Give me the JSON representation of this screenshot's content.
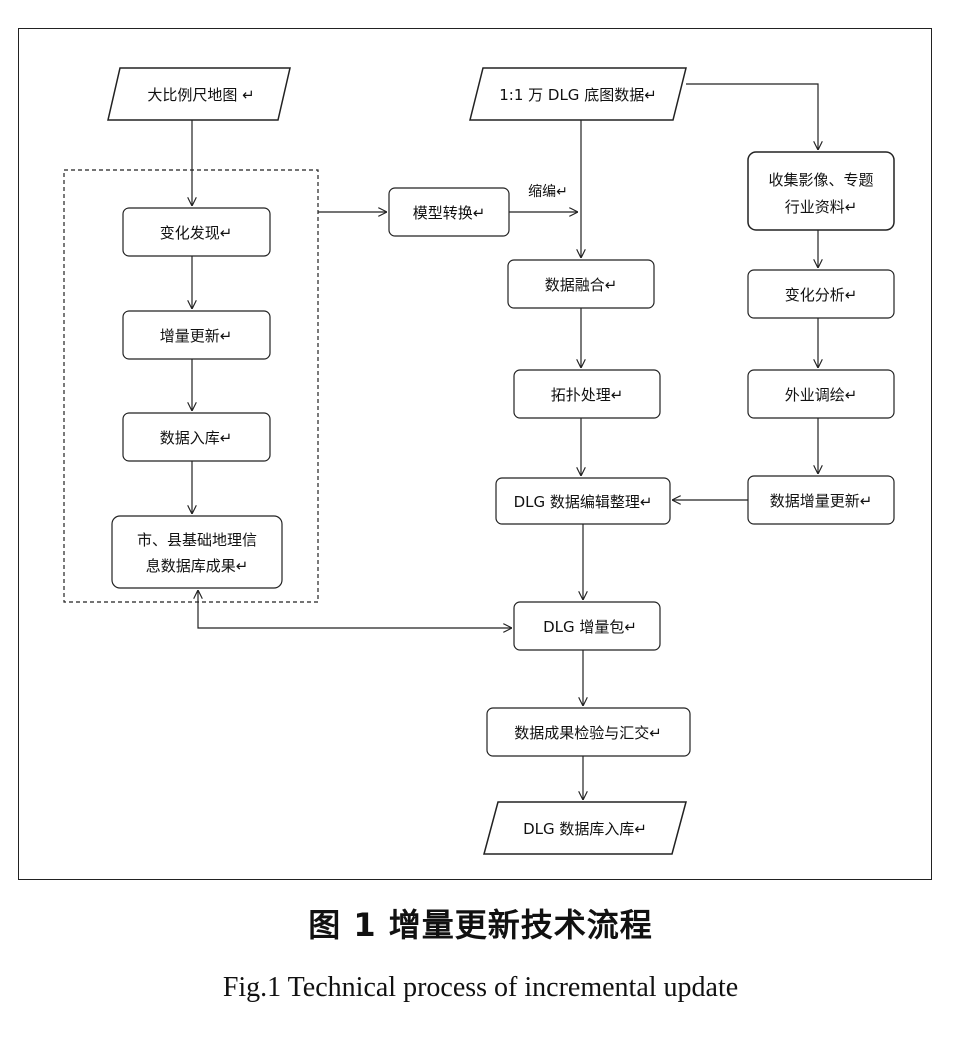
{
  "nodes": {
    "large_scale_map": "大比例尺地图 ↵",
    "change_detection": "变化发现↵",
    "incremental_update": "增量更新↵",
    "data_storage": "数据入库↵",
    "city_county_db_line1": "市、县基础地理信",
    "city_county_db_line2": "息数据库成果↵",
    "model_conversion": "模型转换↵",
    "dlg_base_data": "1:1 万 DLG 底图数据↵",
    "data_fusion": "数据融合↵",
    "topology": "拓扑处理↵",
    "dlg_editing": "DLG 数据编辑整理↵",
    "collect_line1": "收集影像、专题",
    "collect_line2": "行业资料↵",
    "change_analysis": "变化分析↵",
    "field_survey": "外业调绘↵",
    "data_increment_update": "数据增量更新↵",
    "dlg_package": "DLG 增量包↵",
    "inspection": "数据成果检验与汇交↵",
    "dlg_db_storage": "DLG 数据库入库↵"
  },
  "edge_labels": {
    "generalization": "缩编↵"
  },
  "caption": {
    "cn": "图 1 增量更新技术流程",
    "en": "Fig.1 Technical process of incremental update"
  },
  "colors": {
    "stroke": "#222222",
    "text": "#111111",
    "background": "#ffffff"
  }
}
